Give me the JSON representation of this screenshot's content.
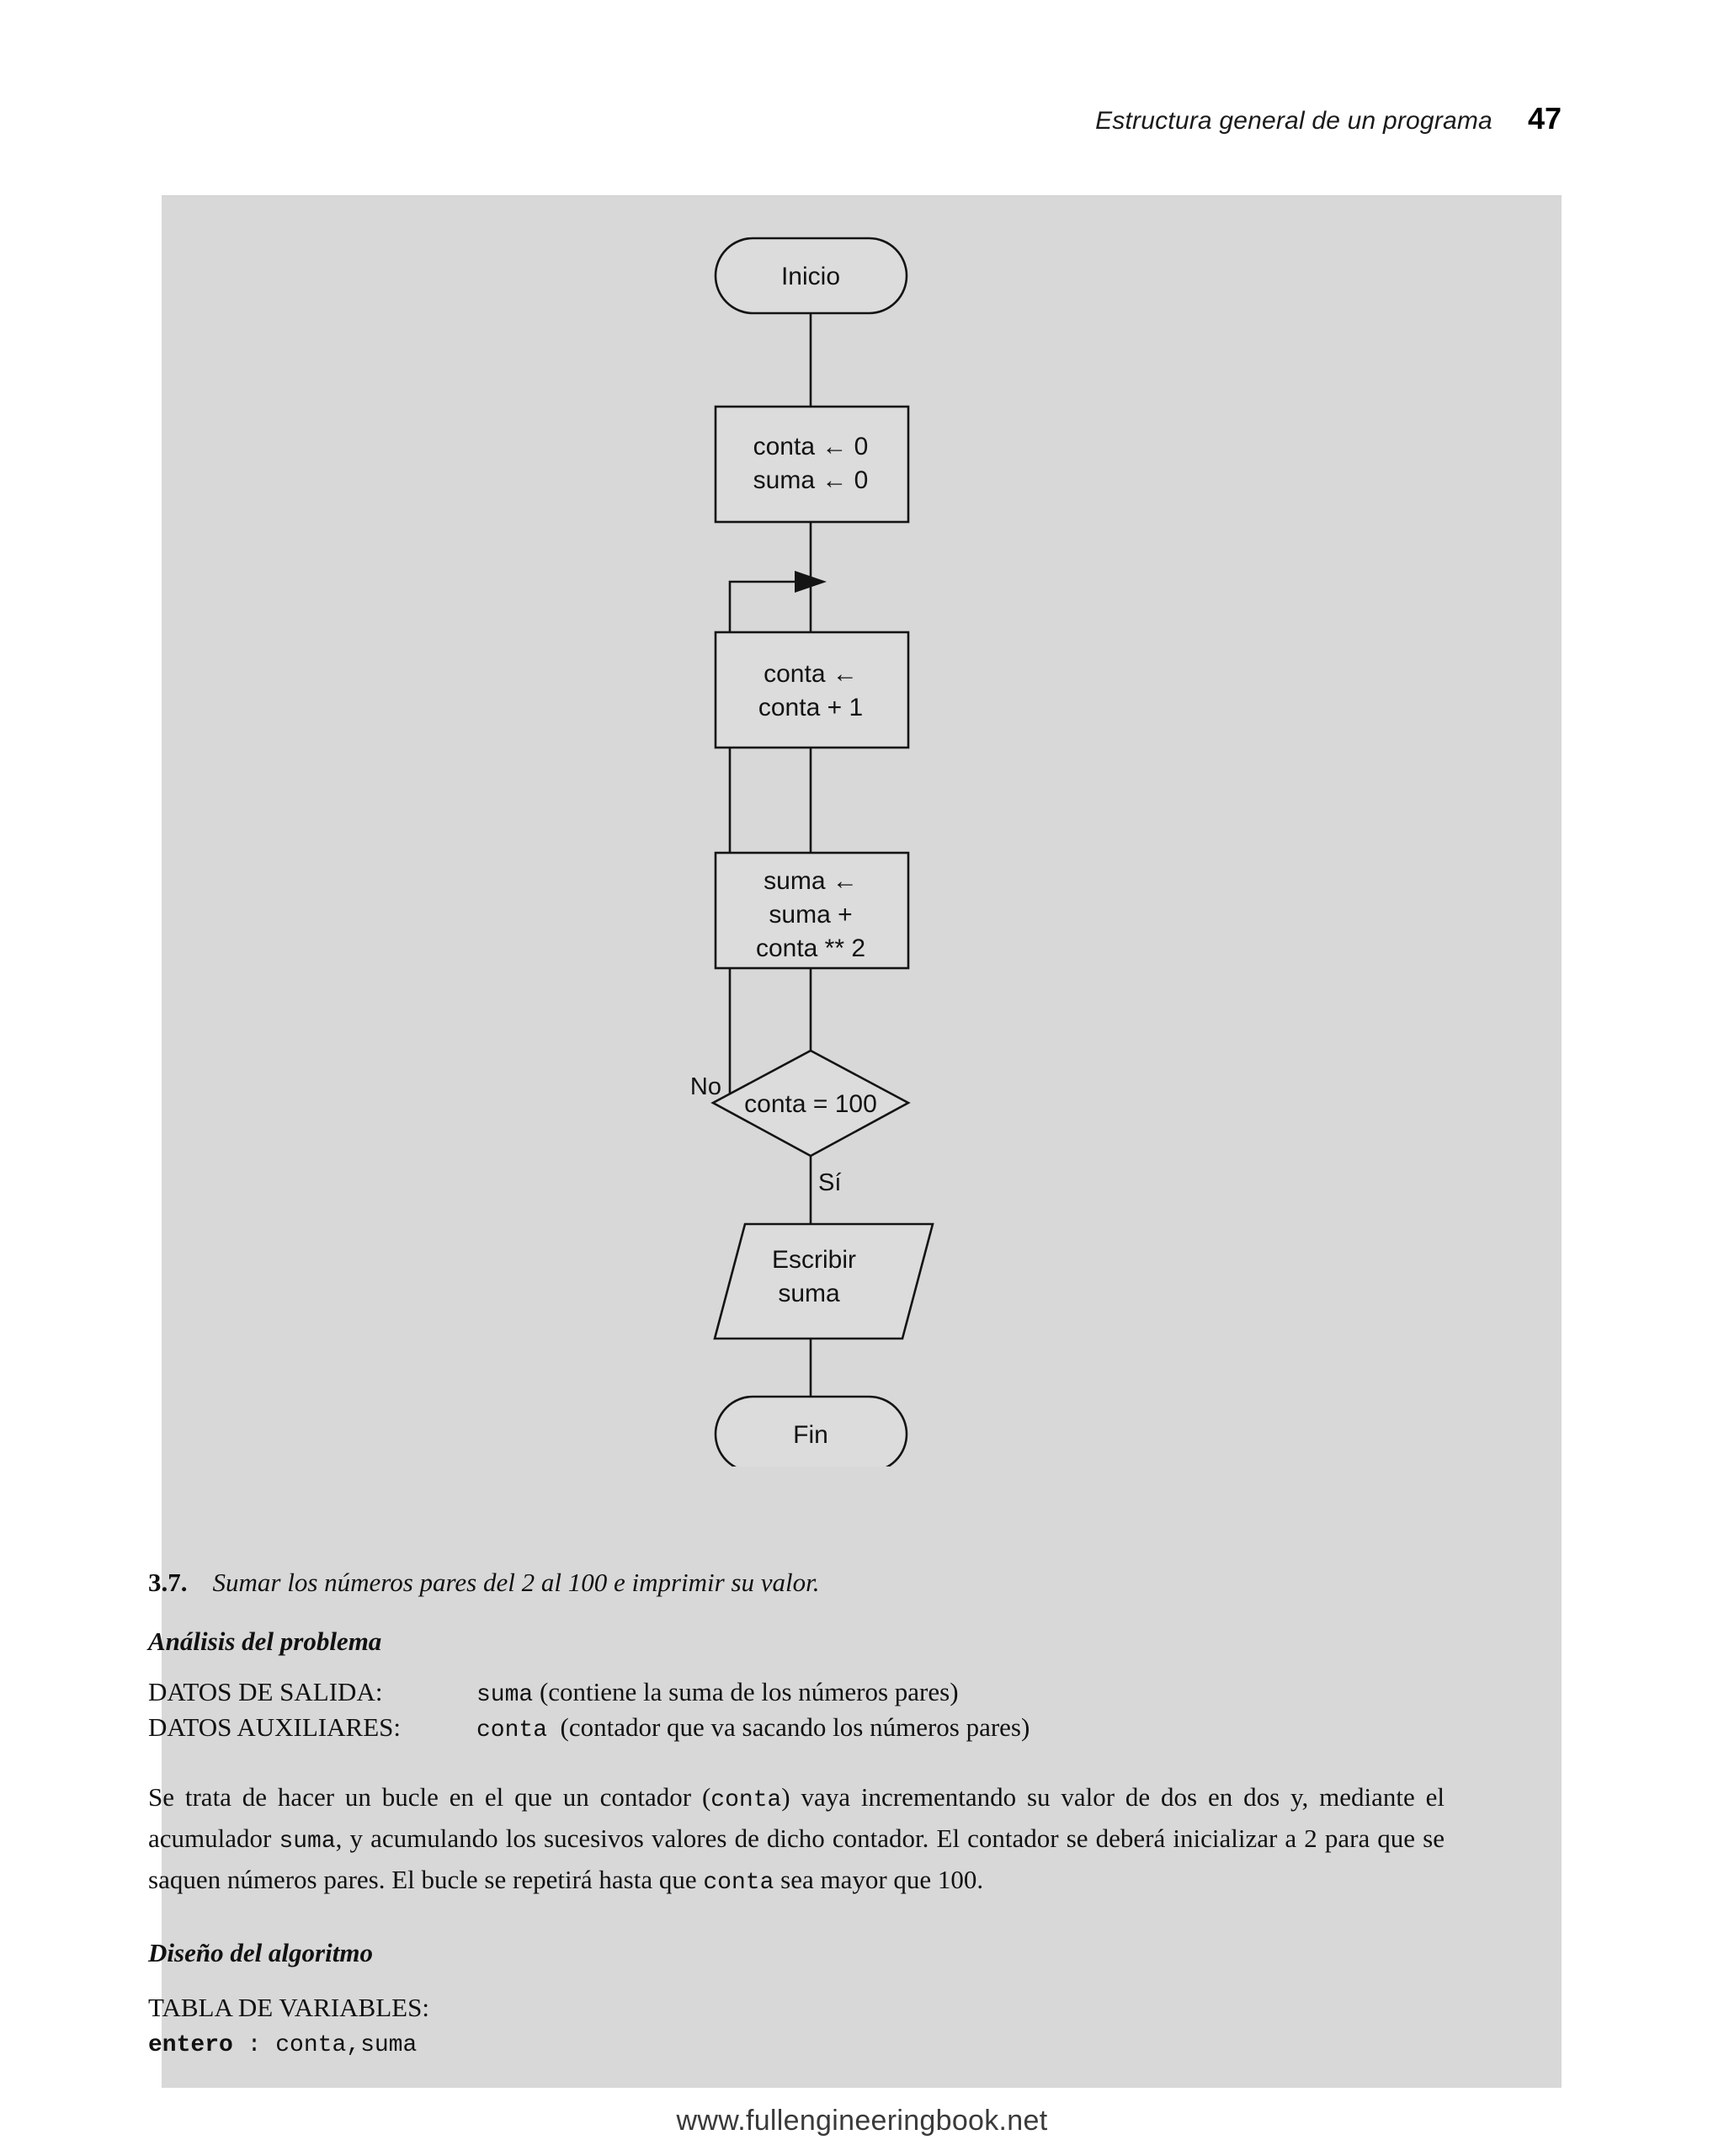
{
  "running_head": {
    "title": "Estructura general de un programa",
    "page_number": "47"
  },
  "flowchart": {
    "nodes": {
      "start": "Inicio",
      "init_line1": "conta ← 0",
      "init_line2": "suma ← 0",
      "increment_line1": "conta ←",
      "increment_line2": "conta + 1",
      "accumulate_line1": "suma ←",
      "accumulate_line2": "suma +",
      "accumulate_line3": "conta  ** 2",
      "decision": "conta = 100",
      "output_line1": "Escribir",
      "output_line2": "suma",
      "end": "Fin"
    },
    "edge_labels": {
      "no": "No",
      "yes": "Sí"
    }
  },
  "exercise": {
    "number": "3.7.",
    "statement": "Sumar los números pares del 2 al 100 e imprimir su valor."
  },
  "sections": {
    "analysis_heading": "Análisis del problema",
    "design_heading": "Diseño del algoritmo"
  },
  "data_spec": {
    "output_label": "DATOS DE SALIDA:",
    "output_var": "suma",
    "output_desc": "(contiene la suma de los números pares)",
    "aux_label": "DATOS AUXILIARES:",
    "aux_var": "conta",
    "aux_desc": "(contador que va sacando los números pares)"
  },
  "paragraph": {
    "seg1": "Se trata de hacer un bucle en el que un contador (",
    "var1": "conta",
    "seg2": ") vaya incrementando su valor de dos en dos y, mediante el acumulador ",
    "var2": "suma",
    "seg3": ", y acumulando los sucesivos valores de dicho contador. El contador se deberá inicializar a 2 para que se saquen números pares. El bucle se repetirá hasta que ",
    "var3": "conta",
    "seg4": " sea mayor que 100."
  },
  "variables_table": {
    "heading": "TABLA DE VARIABLES:",
    "type_keyword": "entero",
    "separator": " : ",
    "names": "conta,suma"
  },
  "footer": {
    "watermark": "www.fullengineeringbook.net"
  },
  "colors": {
    "panel_background": "#d8d8d8",
    "shape_fill": "#dcdcdc",
    "stroke": "#141414",
    "text": "#111111"
  }
}
